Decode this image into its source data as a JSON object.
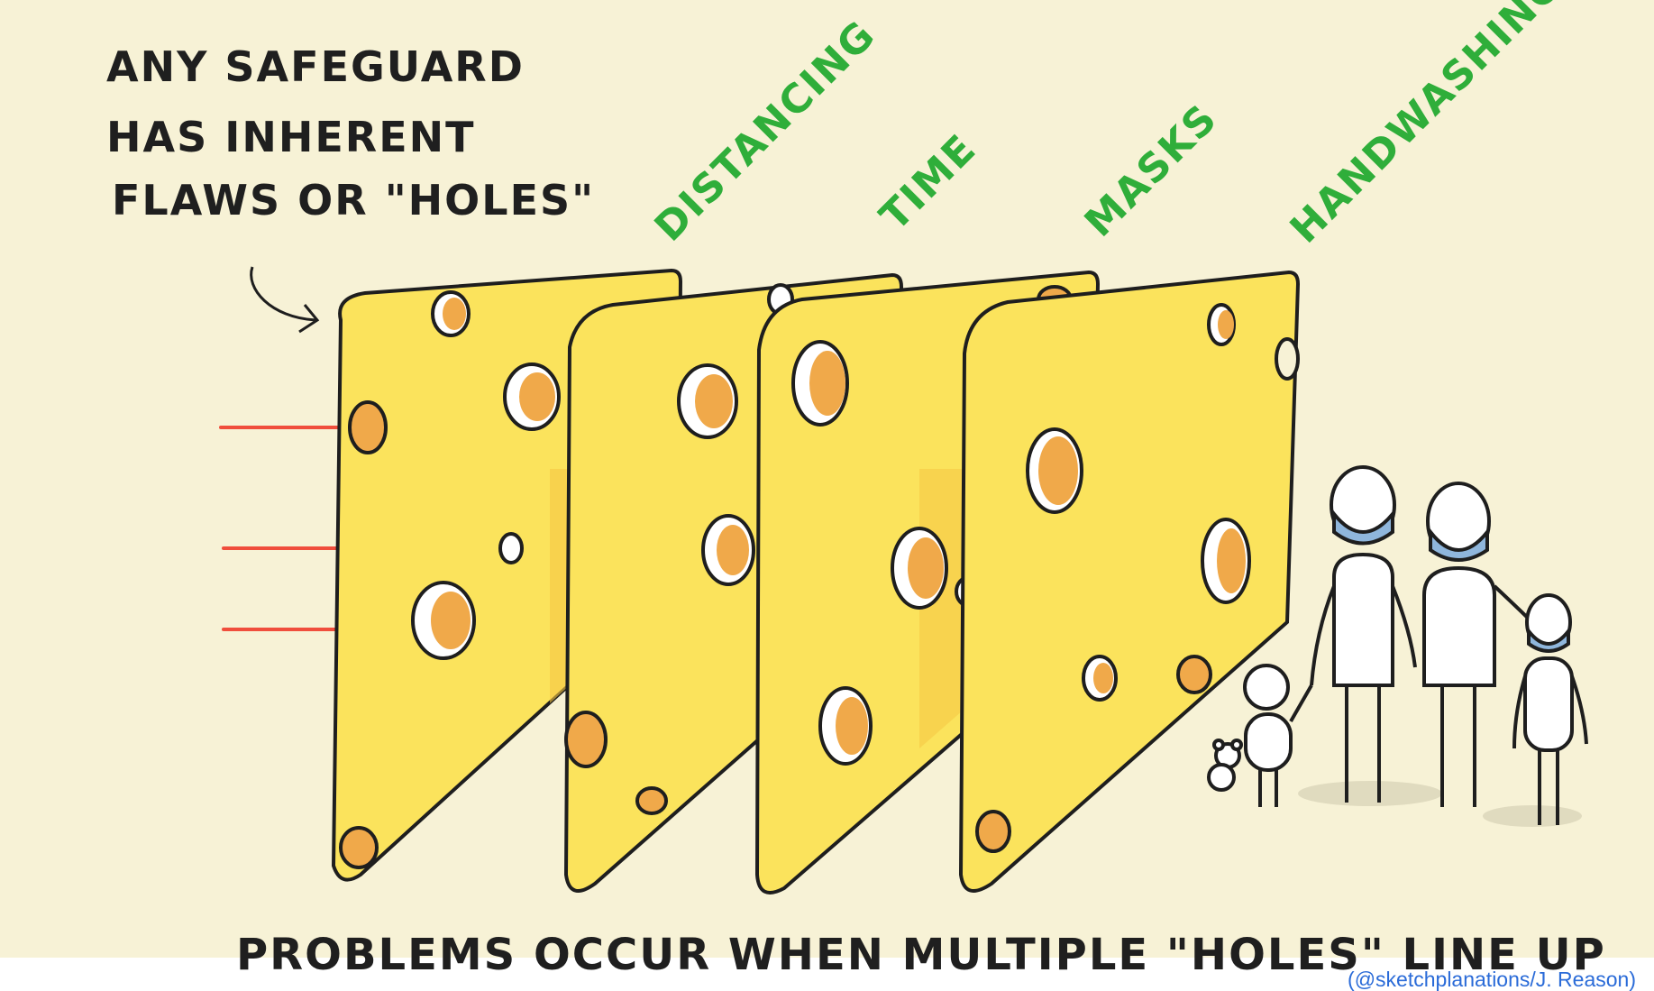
{
  "note": {
    "lines": [
      "ANY SAFEGUARD",
      "HAS INHERENT",
      "FLAWS OR \"HOLES\""
    ]
  },
  "layers": [
    {
      "label": ""
    },
    {
      "label": "DISTANCING"
    },
    {
      "label": "TIME"
    },
    {
      "label": "MASKS"
    },
    {
      "label": "HANDWASHING"
    }
  ],
  "caption": "PROBLEMS OCCUR WHEN MULTIPLE \"HOLES\" LINE UP",
  "credit": "(@sketchplanations/J. Reason)",
  "colors": {
    "background": "#f7f2d6",
    "cheese": "#fbe35c",
    "cheese_shadow": "#f6c743",
    "hole_rim": "#f0a94a",
    "outline": "#1e1e1e",
    "label_green": "#2fae3a",
    "arrow": "#f04e3c",
    "mask": "#8fb6dc",
    "credit_blue": "#2a6bd8"
  },
  "icons": [
    "curved-arrow-icon",
    "teddy-bear-icon"
  ]
}
